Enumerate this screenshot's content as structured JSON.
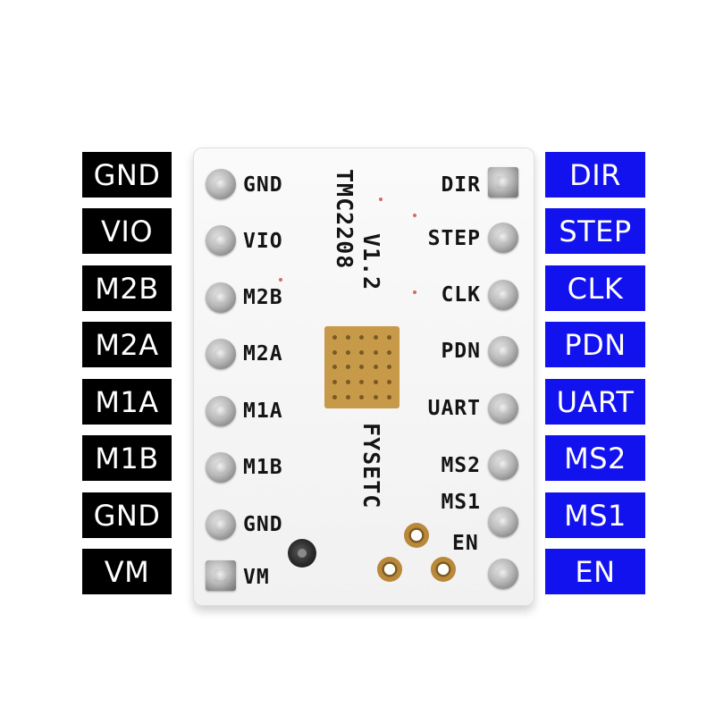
{
  "left_labels": [
    "GND",
    "VIO",
    "M2B",
    "M2A",
    "M1A",
    "M1B",
    "GND",
    "VM"
  ],
  "right_labels": [
    "DIR",
    "STEP",
    "CLK",
    "PDN",
    "UART",
    "MS2",
    "MS1",
    "EN"
  ],
  "board": {
    "left_silk": [
      "GND",
      "VIO",
      "M2B",
      "M2A",
      "M1A",
      "M1B",
      "GND",
      "VM"
    ],
    "right_silk": [
      "DIR",
      "STEP",
      "CLK",
      "PDN",
      "UART",
      "MS2",
      "MS1",
      "EN"
    ],
    "chip_name": "TMC2208",
    "version": "V1.2",
    "brand": "FYSETC"
  },
  "colors": {
    "left_label_bg": "#000000",
    "right_label_bg": "#1212ee",
    "label_text": "#ffffff",
    "thermal_pad": "#c79a4a"
  }
}
